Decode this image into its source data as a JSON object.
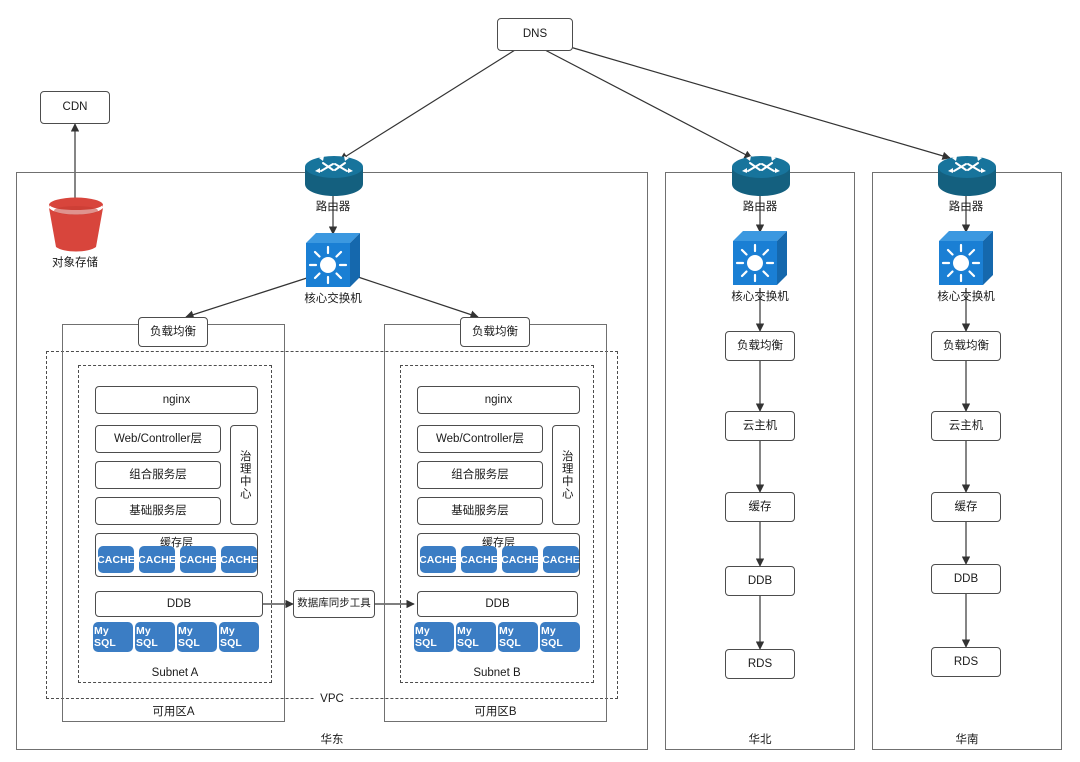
{
  "diagram": {
    "title": "Multi-region cloud architecture",
    "colors": {
      "chip_blue": "#3b7dc4",
      "router_teal": "#17749c",
      "switch_blue": "#1a7fd4",
      "bucket_red": "#d8453c",
      "line": "#4d4d4d"
    }
  },
  "top": {
    "dns": "DNS",
    "cdn": "CDN",
    "object_storage": "对象存储"
  },
  "regions": [
    {
      "id": "east",
      "label": "华东",
      "router": "路由器",
      "core_switch": "核心交换机",
      "vpc_label": "VPC",
      "sync_tool": "数据库同步工具",
      "zones": [
        {
          "id": "zone-a",
          "label": "可用区A",
          "lb": "负载均衡",
          "subnet": "Subnet A",
          "nginx": "nginx",
          "web_layer": "Web/Controller层",
          "composite_layer": "组合服务层",
          "base_layer": "基础服务层",
          "governance": "治理中心",
          "cache_title": "缓存层",
          "caches": [
            "CACHE",
            "CACHE",
            "CACHE",
            "CACHE"
          ],
          "ddb": "DDB",
          "databases": [
            "My SQL",
            "My SQL",
            "My SQL",
            "My SQL"
          ]
        },
        {
          "id": "zone-b",
          "label": "可用区B",
          "lb": "负载均衡",
          "subnet": "Subnet B",
          "nginx": "nginx",
          "web_layer": "Web/Controller层",
          "composite_layer": "组合服务层",
          "base_layer": "基础服务层",
          "governance": "治理中心",
          "cache_title": "缓存层",
          "caches": [
            "CACHE",
            "CACHE",
            "CACHE",
            "CACHE"
          ],
          "ddb": "DDB",
          "databases": [
            "My SQL",
            "My SQL",
            "My SQL",
            "My SQL"
          ]
        }
      ]
    },
    {
      "id": "north",
      "label": "华北",
      "router": "路由器",
      "core_switch": "核心交换机",
      "stack": [
        "负载均衡",
        "云主机",
        "缓存",
        "DDB",
        "RDS"
      ]
    },
    {
      "id": "south",
      "label": "华南",
      "router": "路由器",
      "core_switch": "核心交换机",
      "stack": [
        "负载均衡",
        "云主机",
        "缓存",
        "DDB",
        "RDS"
      ]
    }
  ]
}
